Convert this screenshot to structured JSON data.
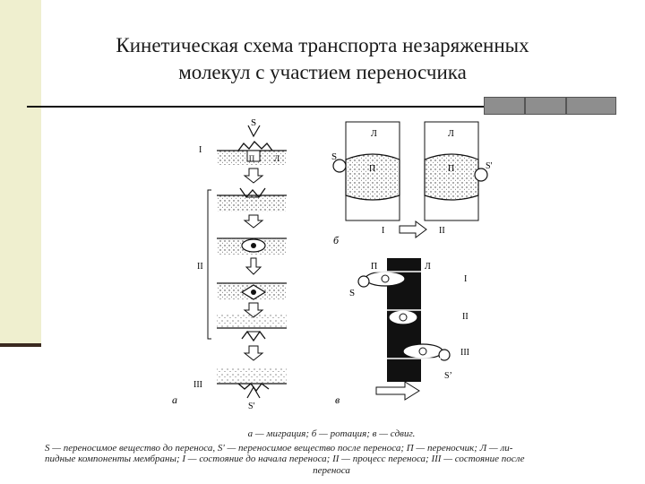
{
  "slide": {
    "title_line1": "Кинетическая схема транспорта незаряженных",
    "title_line2": "молекул с участием переносчика"
  },
  "figure_labels": {
    "a": "а",
    "b": "б",
    "v": "в",
    "S": "S",
    "S_prime": "S'",
    "S_prime_2": "S’",
    "P": "П",
    "L": "Л",
    "I": "I",
    "II": "II",
    "III": "III"
  },
  "caption": {
    "line1": "а — миграция; б — ротация; в — сдвиг.",
    "line2": "S — переносимое вещество до переноса, S' — переносимое вещество после переноса; П — переносчик; Л — ли-",
    "line3": "пидные компоненты мембраны; I — состояние до начала переноса; II — процесс переноса; III — состояние после",
    "line4": "переноса"
  },
  "colors": {
    "sidebar": "#efefcf",
    "sidebar_line": "#3a2a20",
    "deco_square": "#8e8e8e"
  }
}
